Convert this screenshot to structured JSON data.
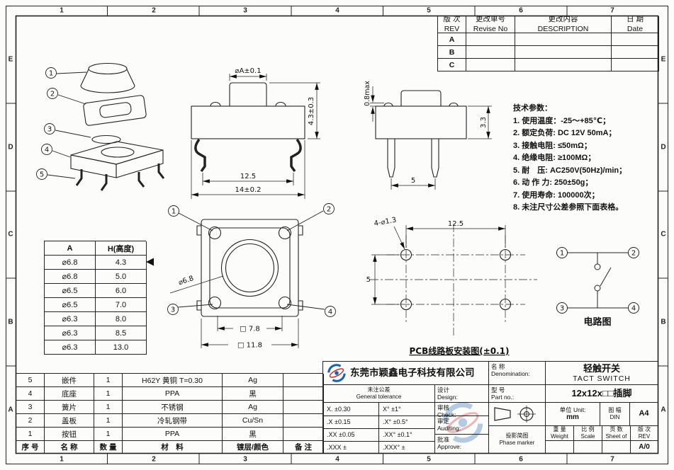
{
  "sheet": {
    "cols": [
      "1",
      "2",
      "3",
      "4",
      "5",
      "6",
      "7"
    ],
    "rows": [
      "E",
      "D",
      "C",
      "B",
      "A"
    ]
  },
  "revision_table": {
    "headers": [
      "版 次\nREV",
      "更改单号\nRevise No",
      "更改内容\nDESCRIPTION",
      "日 期\nDate"
    ],
    "rows": [
      "A",
      "B",
      "C"
    ]
  },
  "tech_params": {
    "title": "技术参数：",
    "items": [
      "1. 使用温度：-25～+85℃；",
      "2. 额定负荷: DC 12V 50mA；",
      "3. 接触电阻: ≤50mΩ；",
      "4. 绝缘电阻: ≥100MΩ；",
      "5. 耐　压: AC250V(50Hz)/min；",
      "6. 动 作 力: 250±50g；",
      "7. 使用寿命: 100000次；",
      "8. 未注尺寸公差参照下面表格。"
    ]
  },
  "height_table": {
    "headers": [
      "A",
      "H(高度)"
    ],
    "rows": [
      [
        "⌀6.8",
        "4.3"
      ],
      [
        "⌀6.8",
        "5.0"
      ],
      [
        "⌀6.5",
        "6.0"
      ],
      [
        "⌀6.5",
        "7.0"
      ],
      [
        "⌀6.3",
        "8.0"
      ],
      [
        "⌀6.3",
        "8.5"
      ],
      [
        "⌀6.3",
        "13.0"
      ]
    ]
  },
  "views": {
    "front": {
      "dim_dia": "⌀A±0.1",
      "dim_height": "4.3±0.3",
      "dim_pins": "12.5",
      "dim_width": "14±0.2"
    },
    "side": {
      "dim_bump": "0.8max",
      "dim_body": "3.3",
      "dim_pins": "5"
    },
    "top": {
      "dim_button": "⌀6.8",
      "dim_inner": "□ 7.8",
      "dim_outer": "□ 11.8",
      "callout1": "1",
      "callout2": "2",
      "callout3": "3",
      "callout4": "4"
    },
    "pcb": {
      "dim_holes": "4-⌀1.3",
      "dim_h": "12.5",
      "dim_v": "5",
      "caption": "PCB线路板安装图(±0.1)"
    },
    "circuit": {
      "caption": "电路图",
      "t1": "1",
      "t2": "2",
      "t3": "3",
      "t4": "4"
    },
    "exploded": {
      "c1": "1",
      "c2": "2",
      "c3": "3",
      "c4": "4",
      "c5": "5"
    }
  },
  "bom_table": {
    "headers": [
      "序 号",
      "名 称",
      "数 量",
      "材　料",
      "镀层/颜色",
      "备 注"
    ],
    "rows": [
      [
        "5",
        "嵌件",
        "1",
        "H62Y 黄铜 T=0.30",
        "Ag",
        ""
      ],
      [
        "4",
        "底座",
        "1",
        "PPA",
        "黑",
        ""
      ],
      [
        "3",
        "簧片",
        "1",
        "不锈钢",
        "Ag",
        ""
      ],
      [
        "2",
        "盖板",
        "1",
        "冷轧钢带",
        "Cu/Sn",
        ""
      ],
      [
        "1",
        "按钮",
        "1",
        "PPA",
        "黑",
        ""
      ]
    ]
  },
  "title_block": {
    "company": "东莞市颖鑫电子科技有限公司",
    "denomination_label": "名  称\nDenomination:",
    "denomination_cn": "轻触开关",
    "denomination_en": "TACT SWITCH",
    "part_no_label": "型  号\nPart no.:",
    "part_no": "12x12x□□插脚",
    "tolerance_header": "未注公差\nGeneral tolerance",
    "tolerances": [
      [
        "X. ±0.30",
        "X°  ±1°"
      ],
      [
        ".X ±0.15",
        ".X° ±0.5°"
      ],
      [
        ".XX ±0.05",
        ".XX° ±0.1°"
      ],
      [
        ".XXX ±",
        ".XXX° ±"
      ]
    ],
    "design_label": "设计\nDesign:",
    "check_label": "审核\nCheck:",
    "auditing_label": "审定\nAuditing:",
    "approve_label": "批准\nApprove:",
    "unit_label": "单位 Unit:",
    "unit_value": "mm",
    "din_label": "图 幅\nDIN",
    "din_value": "A4",
    "phase_label": "投影简图\nPhase marker",
    "weight_label": "重 量\nWeight",
    "scale_label": "比 例\nScale",
    "sheet_label": "页 数\nSheet of",
    "rev_label": "版 次\nREV",
    "rev_value": "A/0"
  }
}
